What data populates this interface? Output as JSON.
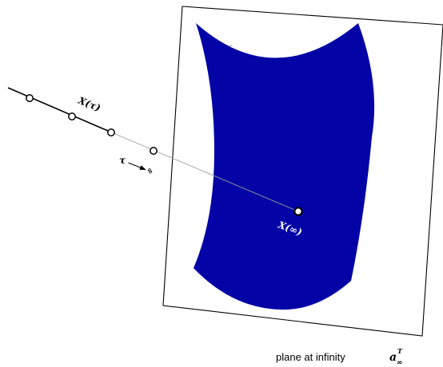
{
  "labels": {
    "x_tau": "X(τ)",
    "tau": "τ",
    "infinity_symbol": "∞",
    "x_infinity": "X(∞)",
    "plane_caption": "plane at infinity",
    "plane_symbol_base": "a",
    "plane_symbol_sub": "∞",
    "plane_symbol_sup": "T"
  },
  "colors": {
    "region_fill": "#0303a6",
    "line_dark": "#000000",
    "line_light": "#9a9a9a",
    "point_fill": "#ffffff"
  }
}
